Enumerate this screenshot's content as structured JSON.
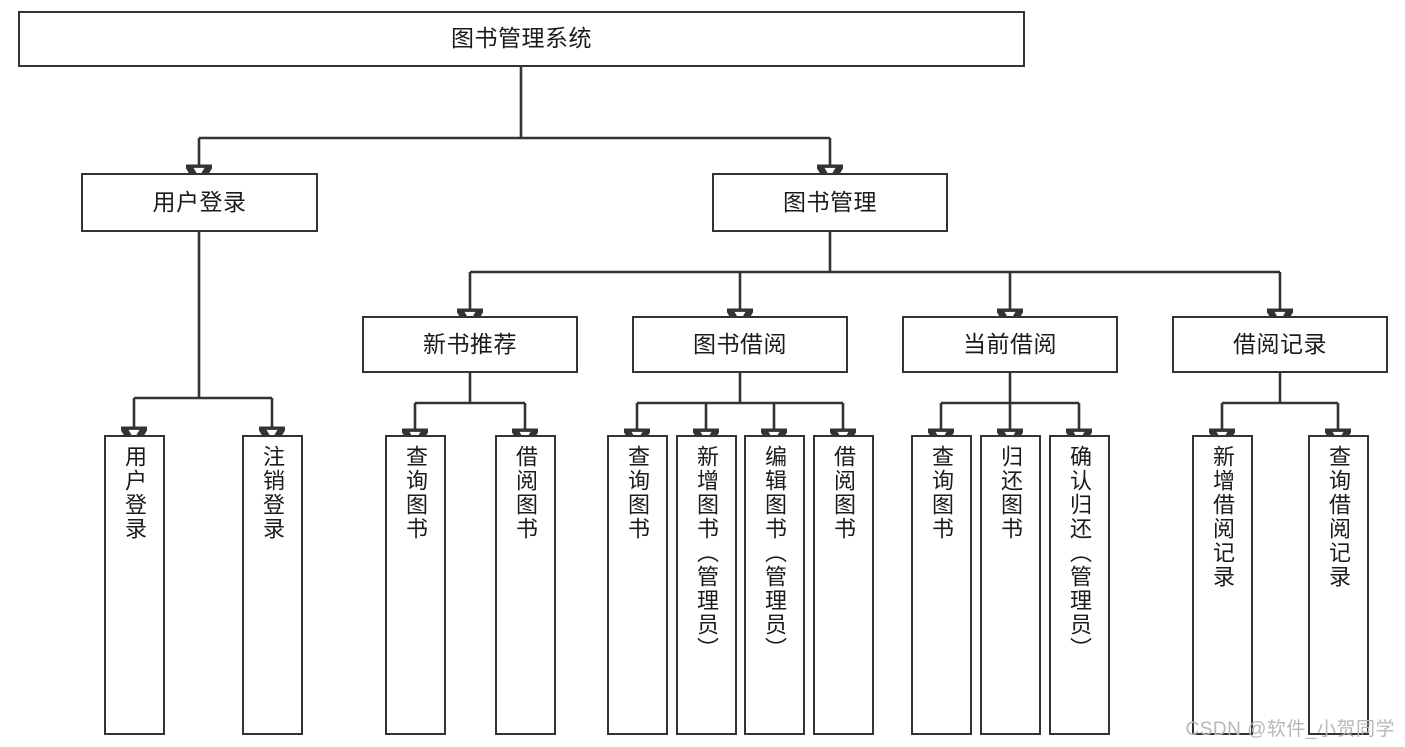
{
  "diagram": {
    "title": "图书管理系统",
    "type": "tree",
    "watermark": "CSDN @软件_小贺同学",
    "stroke_color": "#333333",
    "text_color": "#1b1b1b",
    "background_color": "#ffffff"
  },
  "nodes": {
    "root": {
      "label": "图书管理系统"
    },
    "level2": [
      {
        "label": "用户登录"
      },
      {
        "label": "图书管理"
      }
    ],
    "level3": [
      {
        "label": "新书推荐"
      },
      {
        "label": "图书借阅"
      },
      {
        "label": "当前借阅"
      },
      {
        "label": "借阅记录"
      }
    ],
    "leaves": [
      {
        "label": "用户登录",
        "parent": "用户登录"
      },
      {
        "label": "注销登录",
        "parent": "用户登录"
      },
      {
        "label": "查询图书",
        "parent": "新书推荐"
      },
      {
        "label": "借阅图书",
        "parent": "新书推荐"
      },
      {
        "label": "查询图书",
        "parent": "图书借阅"
      },
      {
        "label": "新增图书（管理员）",
        "parent": "图书借阅"
      },
      {
        "label": "编辑图书（管理员）",
        "parent": "图书借阅"
      },
      {
        "label": "借阅图书",
        "parent": "图书借阅"
      },
      {
        "label": "查询图书",
        "parent": "当前借阅"
      },
      {
        "label": "归还图书",
        "parent": "当前借阅"
      },
      {
        "label": "确认归还（管理员）",
        "parent": "当前借阅"
      },
      {
        "label": "新增借阅记录",
        "parent": "借阅记录"
      },
      {
        "label": "查询借阅记录",
        "parent": "借阅记录"
      }
    ]
  }
}
